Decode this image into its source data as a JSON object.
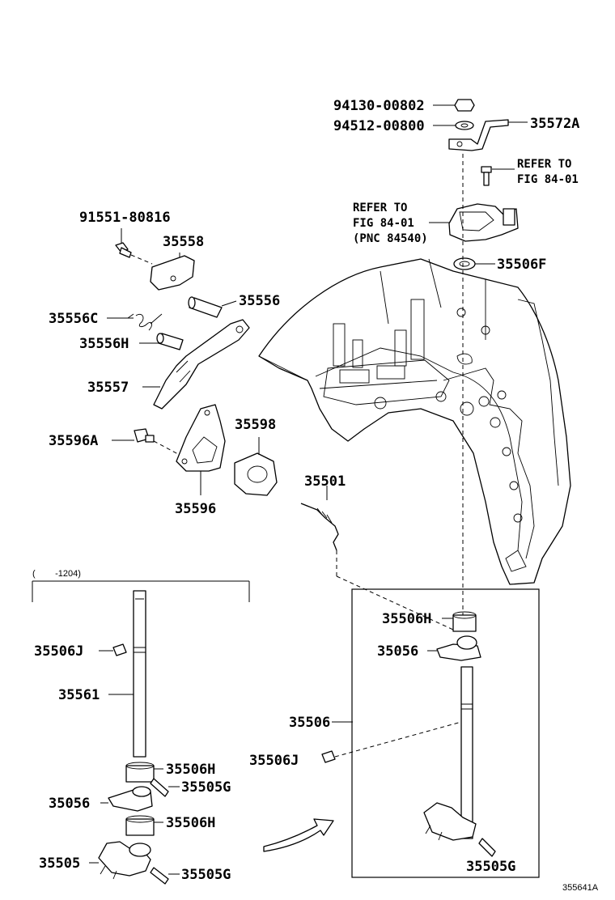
{
  "labels": {
    "p94130": "94130-00802",
    "p94512": "94512-00800",
    "p35572A": "35572A",
    "refer1_line1": "REFER TO",
    "refer1_line2": "FIG 84-01",
    "refer2_line1": "REFER TO",
    "refer2_line2": "FIG 84-01",
    "refer2_line3": "(PNC 84540)",
    "p35506F": "35506F",
    "p91551": "91551-80816",
    "p35558": "35558",
    "p35556": "35556",
    "p35556C": "35556C",
    "p35556H": "35556H",
    "p35557": "35557",
    "p35596A": "35596A",
    "p35598": "35598",
    "p35596": "35596",
    "p35501": "35501",
    "date_range": "(        -1204)",
    "p35506J_left": "35506J",
    "p35561": "35561",
    "p35506H_left1": "35506H",
    "p35505G_left1": "35505G",
    "p35056_left": "35056",
    "p35506H_left2": "35506H",
    "p35505_left": "35505",
    "p35505G_left2": "35505G",
    "p35506H_right": "35506H",
    "p35056_right": "35056",
    "p35506": "35506",
    "p35506J_right": "35506J",
    "p35505G_right": "35505G",
    "figure_id": "355641A"
  }
}
